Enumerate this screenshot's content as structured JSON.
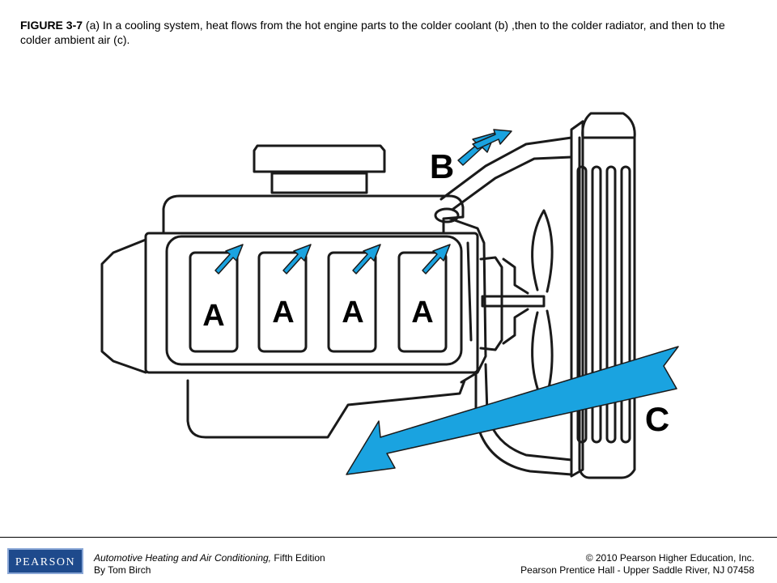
{
  "caption": {
    "figure_number": "FIGURE 3-7",
    "text": " (a) In a cooling system, heat flows from the hot engine parts to the colder coolant (b) ,then to the colder radiator, and then to the colder ambient air (c)."
  },
  "diagram": {
    "label_b": "B",
    "label_c": "C",
    "cylinders": [
      {
        "label": "A"
      },
      {
        "label": "A"
      },
      {
        "label": "A"
      },
      {
        "label": "A"
      }
    ],
    "arrow_color": "#1aa3e0",
    "line_color": "#1a1a1a"
  },
  "footer": {
    "logo_text": "PEARSON",
    "logo_color": "#1e4a8c",
    "book_title": "Automotive Heating and Air Conditioning,",
    "edition": " Fifth Edition",
    "author": "By Tom Birch",
    "copyright": "© 2010 Pearson Higher Education, Inc.",
    "publisher": "Pearson Prentice Hall - Upper Saddle River, NJ 07458"
  }
}
